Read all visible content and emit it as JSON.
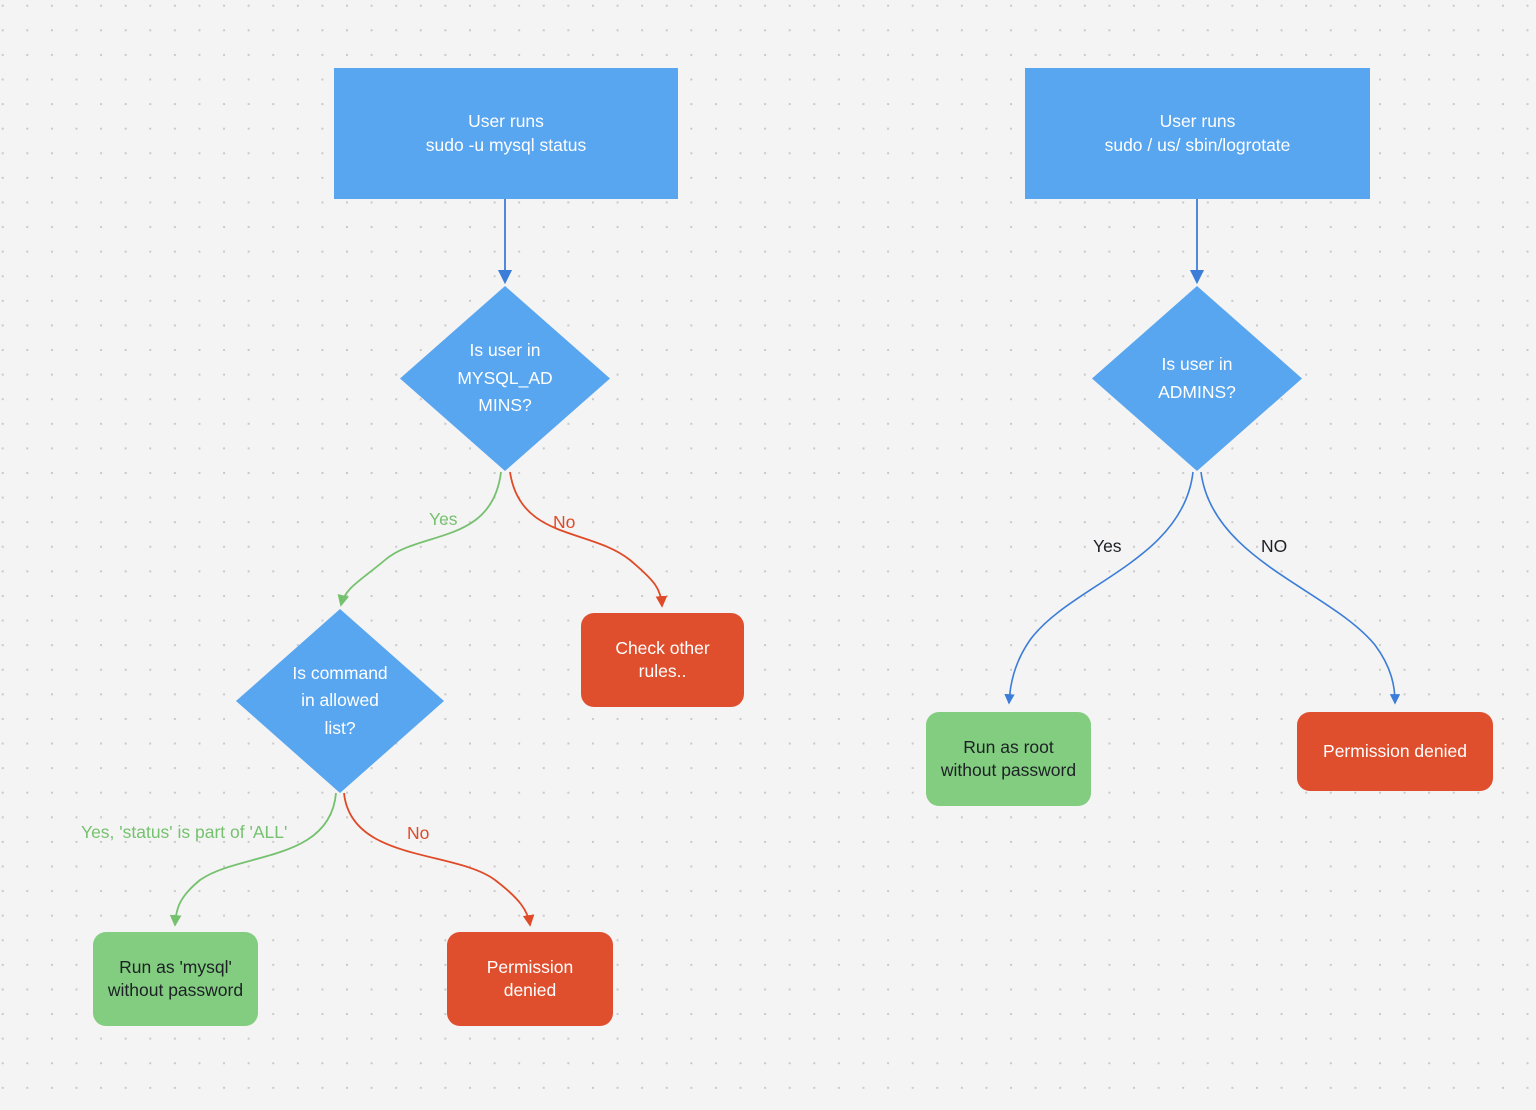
{
  "diagram": {
    "title": "sudo permission decision flowchart",
    "colors": {
      "process_blue": "#58a5f0",
      "terminal_green": "#82cd7f",
      "terminal_red": "#e04f2d",
      "edge_blue": "#3b7dd8",
      "edge_green": "#76c16f",
      "edge_red": "#df4b28",
      "canvas": "#f4f4f4",
      "grid_dot": "#c9c9c9"
    }
  },
  "flows": {
    "left": {
      "start": "User runs\nsudo -u mysql status",
      "decision1": "Is user in\nMYSQL_AD\nMINS?",
      "decision1_yes": "Yes",
      "decision1_no": "No",
      "no_result": "Check other\nrules..",
      "decision2": "Is command\nin allowed\nlist?",
      "decision2_yes": "Yes, 'status' is part of 'ALL'",
      "decision2_no": "No",
      "yes_result": "Run as 'mysql'\nwithout password",
      "no_result2": "Permission\ndenied"
    },
    "right": {
      "start": "User runs\nsudo / us/ sbin/logrotate",
      "decision1": "Is user in\nADMINS?",
      "decision1_yes": "Yes",
      "decision1_no": "NO",
      "yes_result": "Run as root\nwithout password",
      "no_result": "Permission denied"
    }
  }
}
